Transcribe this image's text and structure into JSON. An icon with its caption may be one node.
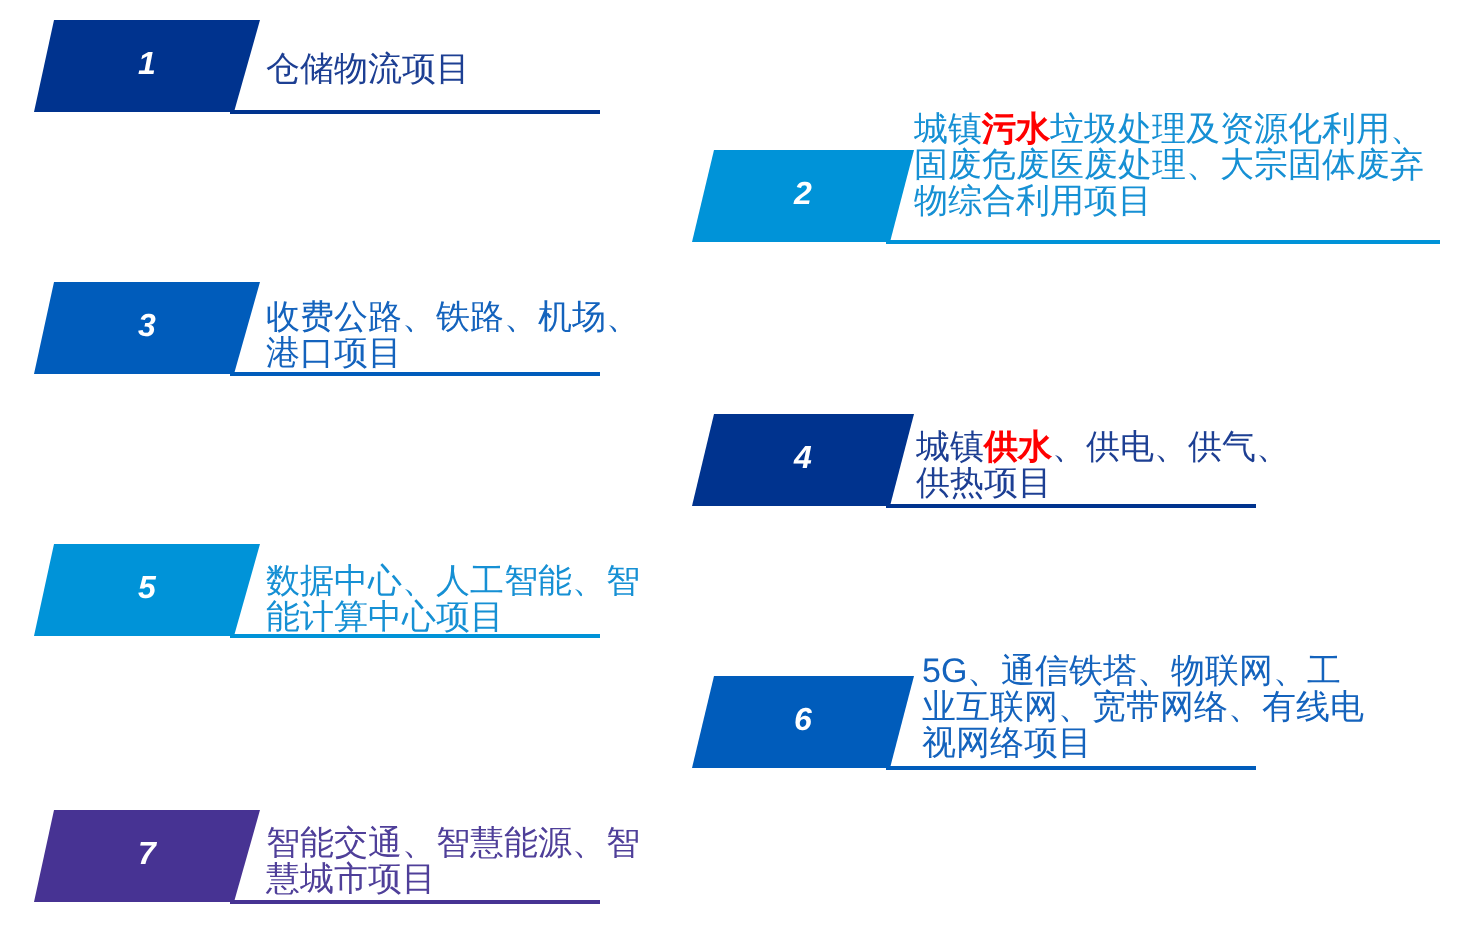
{
  "diagram": {
    "nodes": [
      {
        "text": [
          "1"
        ],
        "beside": [
          "仓储物流项目"
        ]
      },
      {
        "text": [
          "2"
        ],
        "beside": [
          "城镇**污水**垃圾处理及资源化利用、固废危废医废处理、大宗固体废弃物综合利用项目"
        ]
      },
      {
        "text": [
          "3"
        ],
        "beside": [
          "收费公路、铁路、机场、港口项目"
        ]
      },
      {
        "text": [
          "4"
        ],
        "beside": [
          "城镇**供水**、供电、供气、供热项目"
        ]
      },
      {
        "text": [
          "5"
        ],
        "beside": [
          "数据中心、人工智能、智能计算中心项目"
        ]
      },
      {
        "text": [
          "6"
        ],
        "beside": [
          "5G、通信铁塔、物联网、工业互联网、宽带网络、有线电视网络项目"
        ]
      },
      {
        "text": [
          "7"
        ],
        "beside": [
          "智能交通、智慧能源、智慧城市项目"
        ]
      }
    ]
  }
}
